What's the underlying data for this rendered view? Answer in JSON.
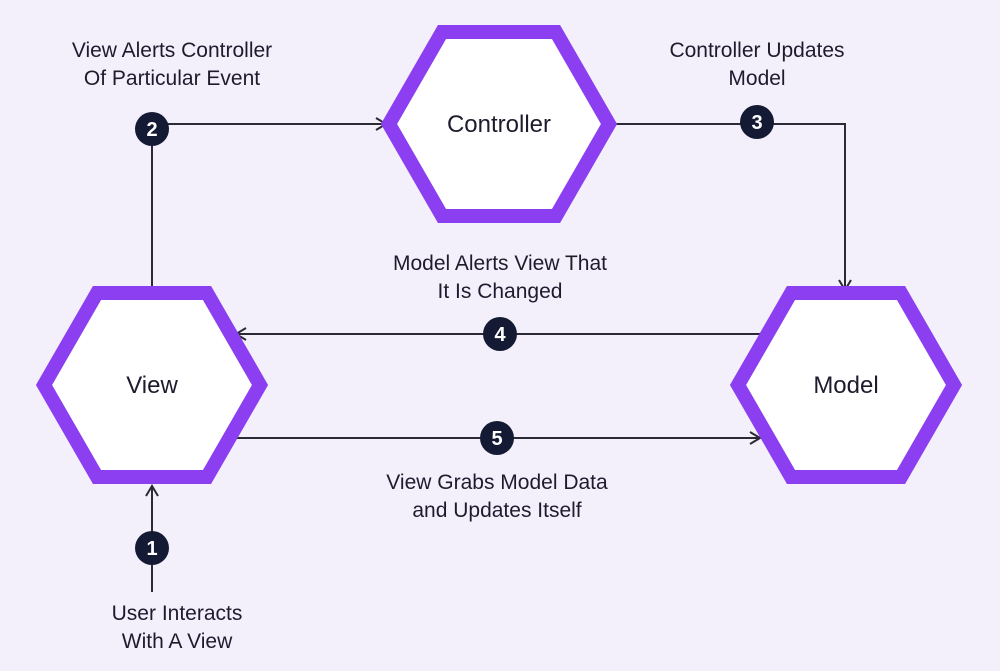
{
  "colors": {
    "background": "#f3f0fb",
    "hexagon_stroke": "#8b3ff0",
    "hexagon_fill": "#ffffff",
    "line": "#2b2b38",
    "badge": "#141a33",
    "text": "#1f1b2e"
  },
  "nodes": {
    "controller": "Controller",
    "view": "View",
    "model": "Model"
  },
  "steps": [
    {
      "number": "1",
      "lines": [
        "User Interacts",
        "With A View"
      ]
    },
    {
      "number": "2",
      "lines": [
        "View Alerts Controller",
        "Of Particular Event"
      ]
    },
    {
      "number": "3",
      "lines": [
        "Controller Updates",
        "Model"
      ]
    },
    {
      "number": "4",
      "lines": [
        "Model Alerts View That",
        "It Is Changed"
      ]
    },
    {
      "number": "5",
      "lines": [
        "View Grabs Model Data",
        "and Updates Itself"
      ]
    }
  ]
}
